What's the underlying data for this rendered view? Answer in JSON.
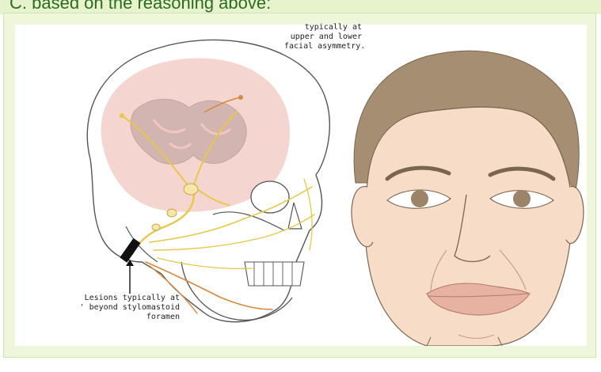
{
  "caption": {
    "text": "C.    based on the reasoning above:"
  },
  "figure": {
    "labels": {
      "top_right_line1": "typically at",
      "top_right_line2": "upper and lower",
      "top_right_line3": "facial asymmetry.",
      "lesion_line1": "Lesions typically at",
      "lesion_line2": "' beyond stylomastoid",
      "lesion_line3": "foramen"
    },
    "colors": {
      "panel_bg": "#eef7dc",
      "caption_green": "#2e6b22",
      "nerve_yellow": "#e8c84a",
      "nerve_orange": "#d9893a",
      "brain_pink": "#f2c7c0",
      "skin": "#f7dcc8",
      "hair": "#a58e72"
    }
  }
}
